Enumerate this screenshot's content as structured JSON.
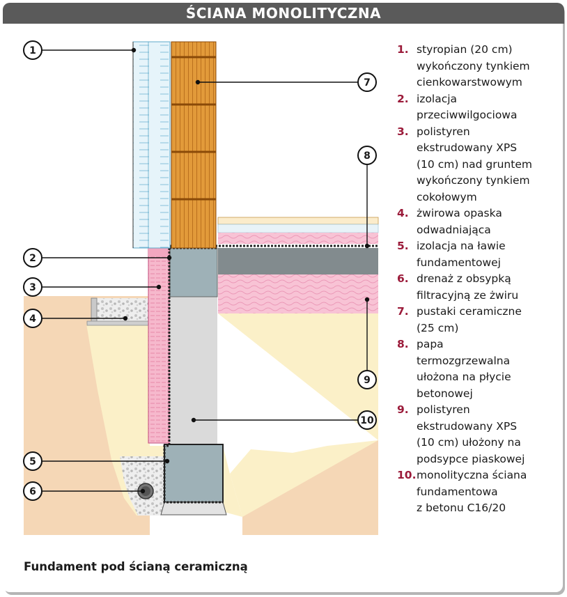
{
  "title": "ŚCIANA MONOLITYCZNA",
  "caption": "Fundament pod ścianą ceramiczną",
  "legend": [
    {
      "num": "1.",
      "text": "styropian (20 cm)\nwykończony tynkiem\ncienkowarstwowym"
    },
    {
      "num": "2.",
      "text": "izolacja\nprzeciwwilgociowa"
    },
    {
      "num": "3.",
      "text": "polistyren\nekstrudowany XPS\n(10 cm) nad gruntem\nwykończony tynkiem\ncokołowym"
    },
    {
      "num": "4.",
      "text": "żwirowa opaska\nodwadniająca"
    },
    {
      "num": "5.",
      "text": "izolacja na ławie\nfundamentowej"
    },
    {
      "num": "6.",
      "text": "drenaż z obsypką\nfiltracyjną ze żwiru"
    },
    {
      "num": "7.",
      "text": "pustaki ceramiczne\n(25 cm)"
    },
    {
      "num": "8.",
      "text": "papa\ntermozgrzewalna\nułożona na płycie\nbetonowej"
    },
    {
      "num": "9.",
      "text": "polistyren\nekstrudowany XPS\n(10 cm) ułożony na\npodsypce piaskowej"
    },
    {
      "num": "10.",
      "text": "monolityczna ściana\nfundamentowa\nz betonu C16/20"
    }
  ],
  "callouts": [
    "1",
    "2",
    "3",
    "4",
    "5",
    "6",
    "7",
    "8",
    "9",
    "10"
  ],
  "colors": {
    "title_bar": "#5a5a5a",
    "legend_number": "#9b1b3a",
    "ground": "#f5d7b6",
    "sand": "#fbf0c8",
    "concrete": "#dadada",
    "footing": "#9eb1b7",
    "brick": "#d98a2a",
    "xps": "#f6b8cc",
    "styrofoam": "#cfe9f4"
  }
}
